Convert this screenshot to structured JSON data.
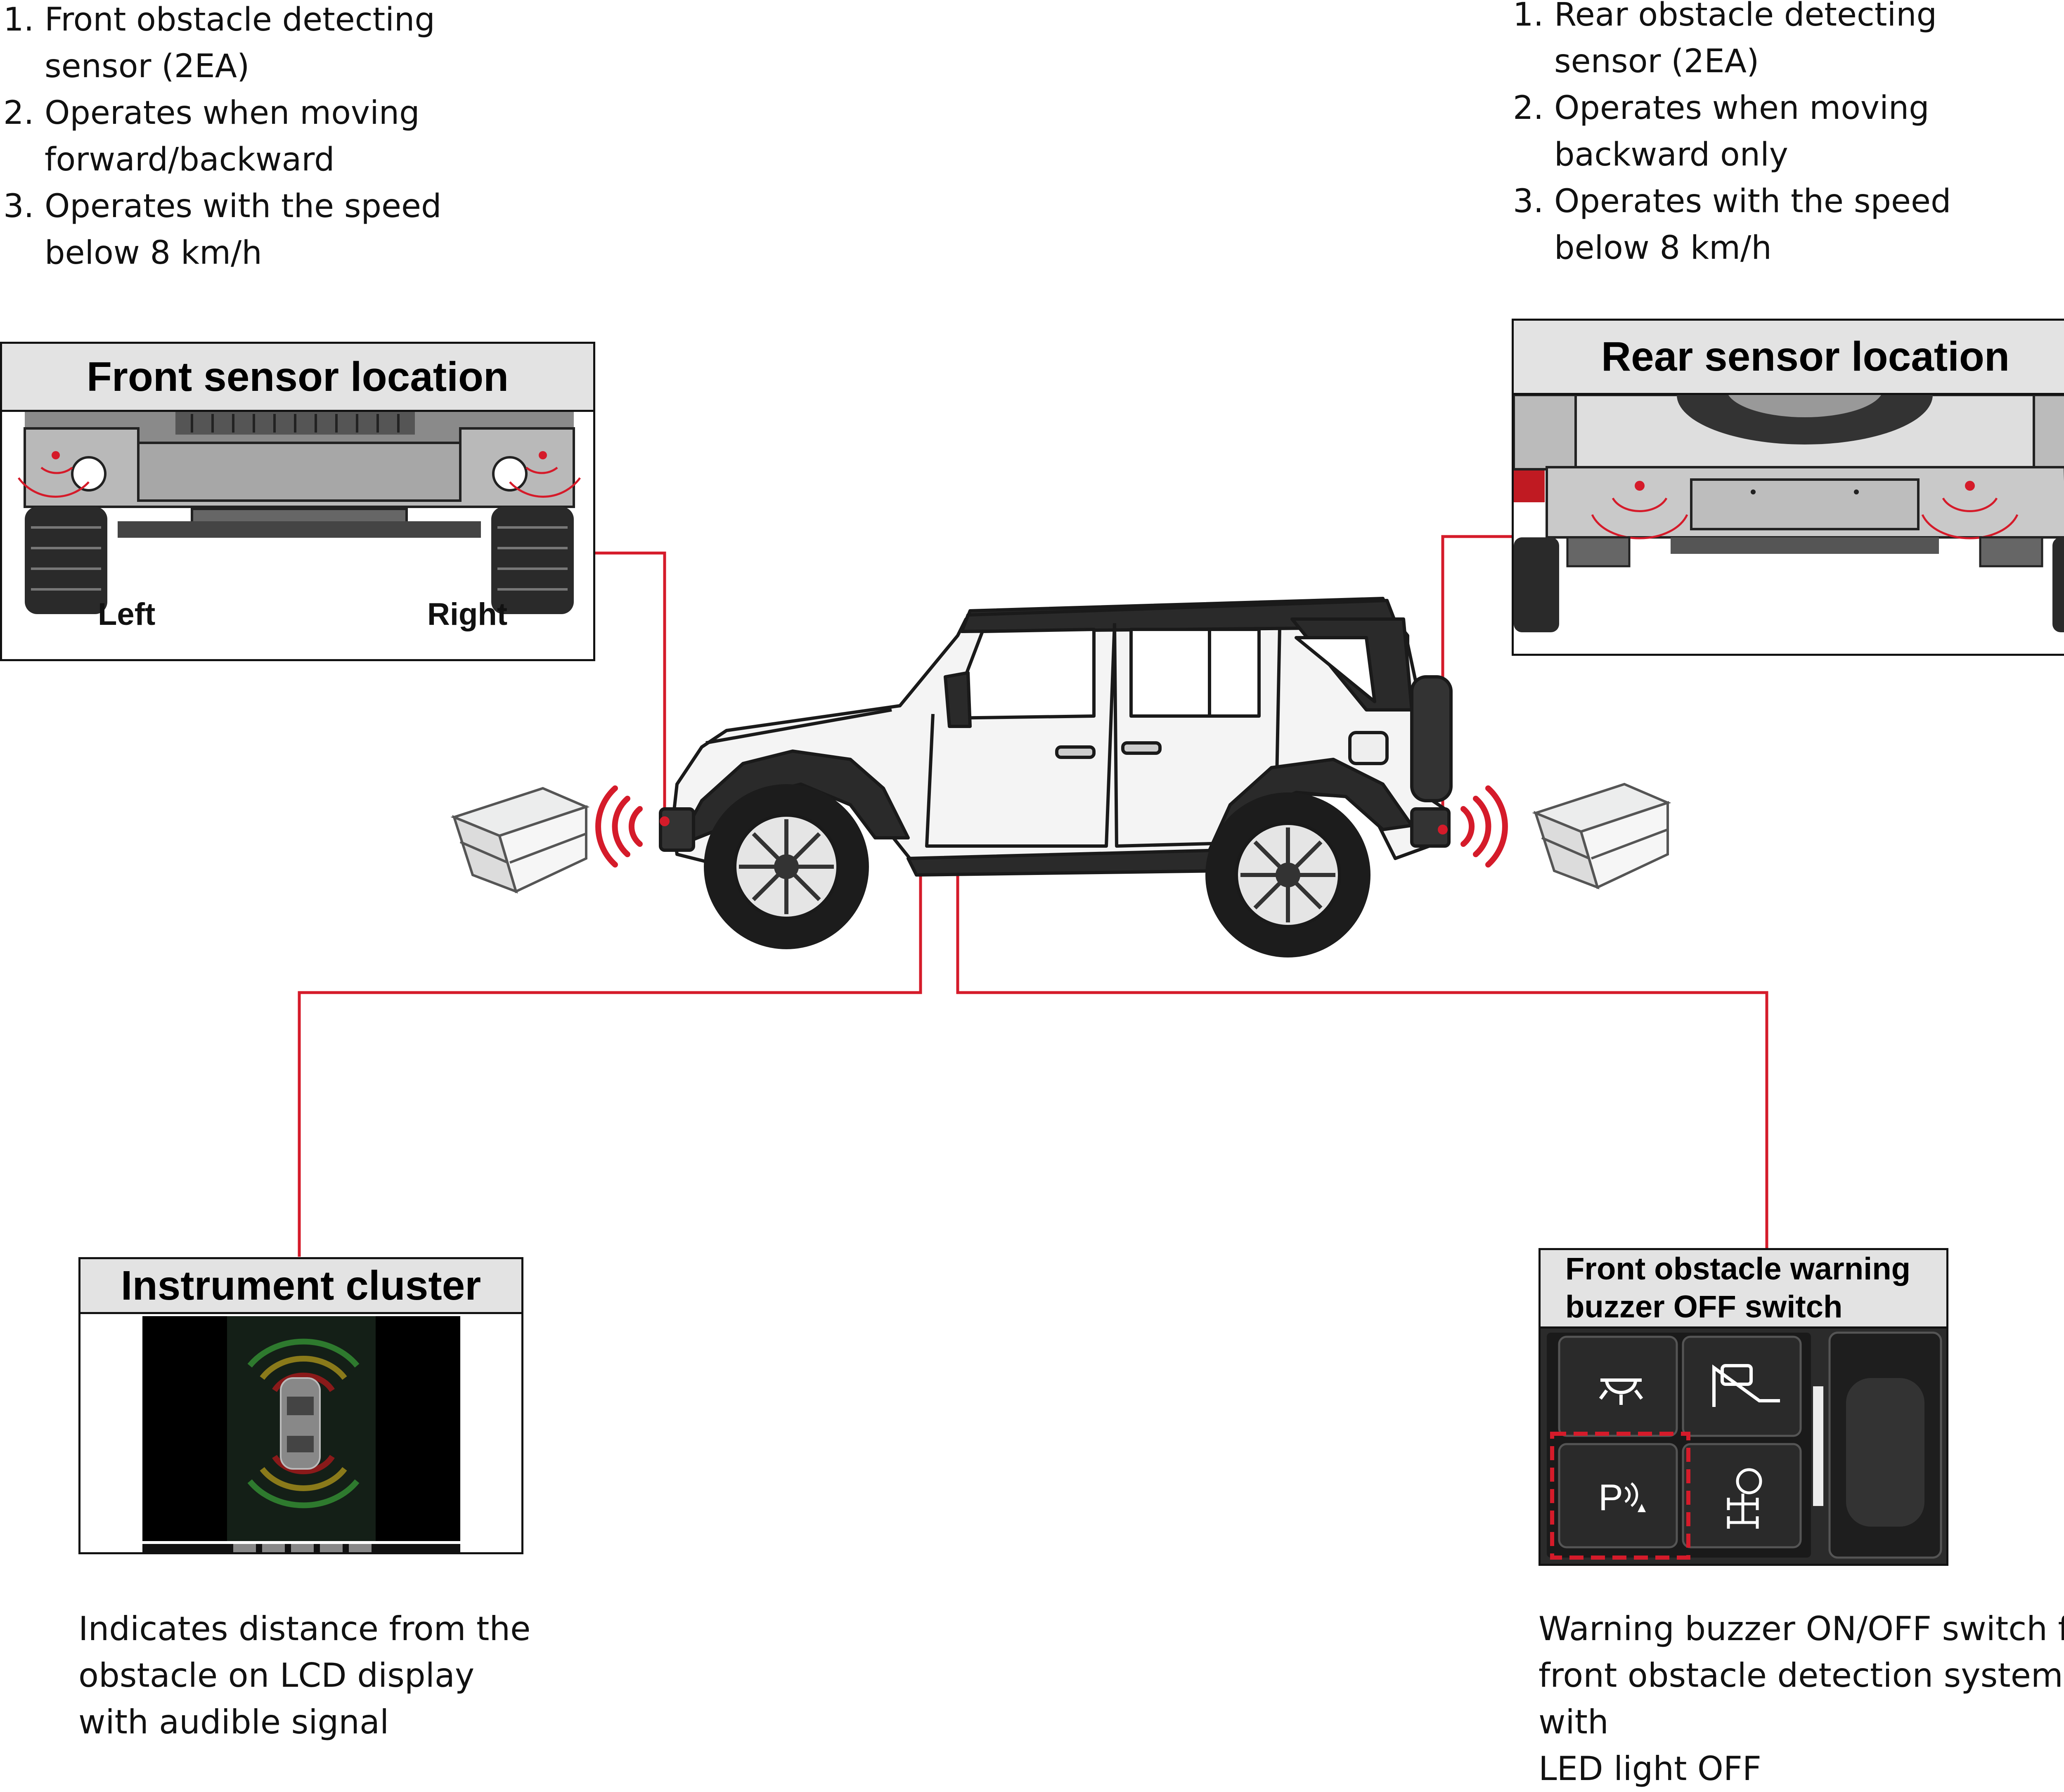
{
  "front_notes": [
    {
      "num": "1.",
      "lines": [
        "Front obstacle detecting",
        "sensor (2EA)"
      ]
    },
    {
      "num": "2.",
      "lines": [
        "Operates when moving",
        "forward/backward"
      ]
    },
    {
      "num": "3.",
      "lines": [
        "Operates with the speed",
        "below 8 km/h"
      ]
    }
  ],
  "rear_notes": [
    {
      "num": "1.",
      "lines": [
        "Rear obstacle detecting",
        "sensor (2EA)"
      ]
    },
    {
      "num": "2.",
      "lines": [
        "Operates when moving",
        "backward only"
      ]
    },
    {
      "num": "3.",
      "lines": [
        "Operates with the speed",
        "below 8 km/h"
      ]
    }
  ],
  "front_panel": {
    "title": "Front sensor location",
    "left_label": "Left",
    "right_label": "Right"
  },
  "rear_panel": {
    "title": "Rear sensor location"
  },
  "cluster_panel": {
    "title": "Instrument cluster",
    "caption": [
      "Indicates distance from the",
      "obstacle on LCD display",
      "with audible signal"
    ]
  },
  "switch_panel": {
    "title_lines": [
      "Front obstacle warning",
      "buzzer OFF switch"
    ],
    "switch_symbol": "P",
    "caption": [
      "Warning buzzer ON/OFF switch for",
      "front obstacle detection system with",
      "LED light OFF"
    ]
  },
  "colors": {
    "accent": "#d51b2a",
    "header_bg": "#e3e3e3",
    "outline": "#111111"
  },
  "icons": [
    "obstacle-box-icon",
    "sensor-wave-icon",
    "dome-light-icon",
    "hill-descent-icon",
    "parking-sensor-icon",
    "4wd-icon"
  ]
}
